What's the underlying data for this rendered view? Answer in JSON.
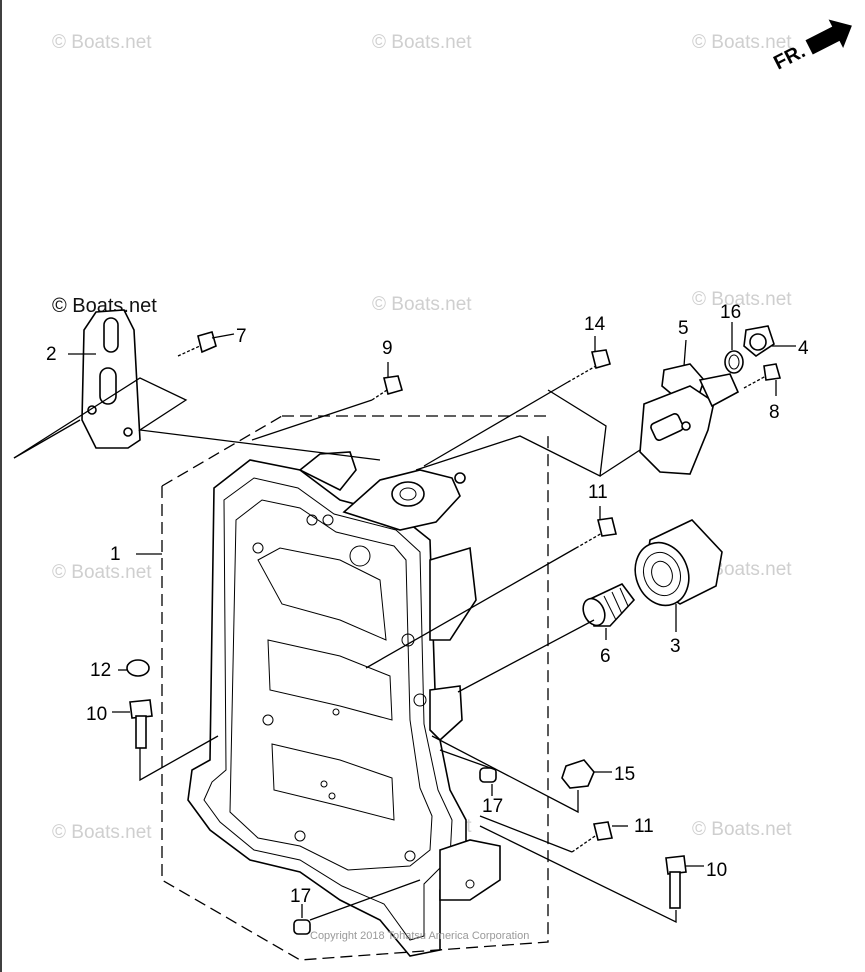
{
  "watermark_text": "© Boats.net",
  "watermark_dark_text": "© Boats.net",
  "direction_label": "FR.",
  "copyright": "Copyright 2018 Tohatsu America Corporation",
  "callouts": {
    "c1": "1",
    "c2": "2",
    "c3": "3",
    "c4": "4",
    "c5": "5",
    "c6": "6",
    "c7": "7",
    "c8": "8",
    "c9": "9",
    "c10a": "10",
    "c10b": "10",
    "c11a": "11",
    "c11b": "11",
    "c12": "12",
    "c14": "14",
    "c15": "15",
    "c16": "16",
    "c17a": "17",
    "c17b": "17"
  },
  "colors": {
    "line": "#000000",
    "watermark": "#cfcfcf",
    "background": "#ffffff"
  }
}
